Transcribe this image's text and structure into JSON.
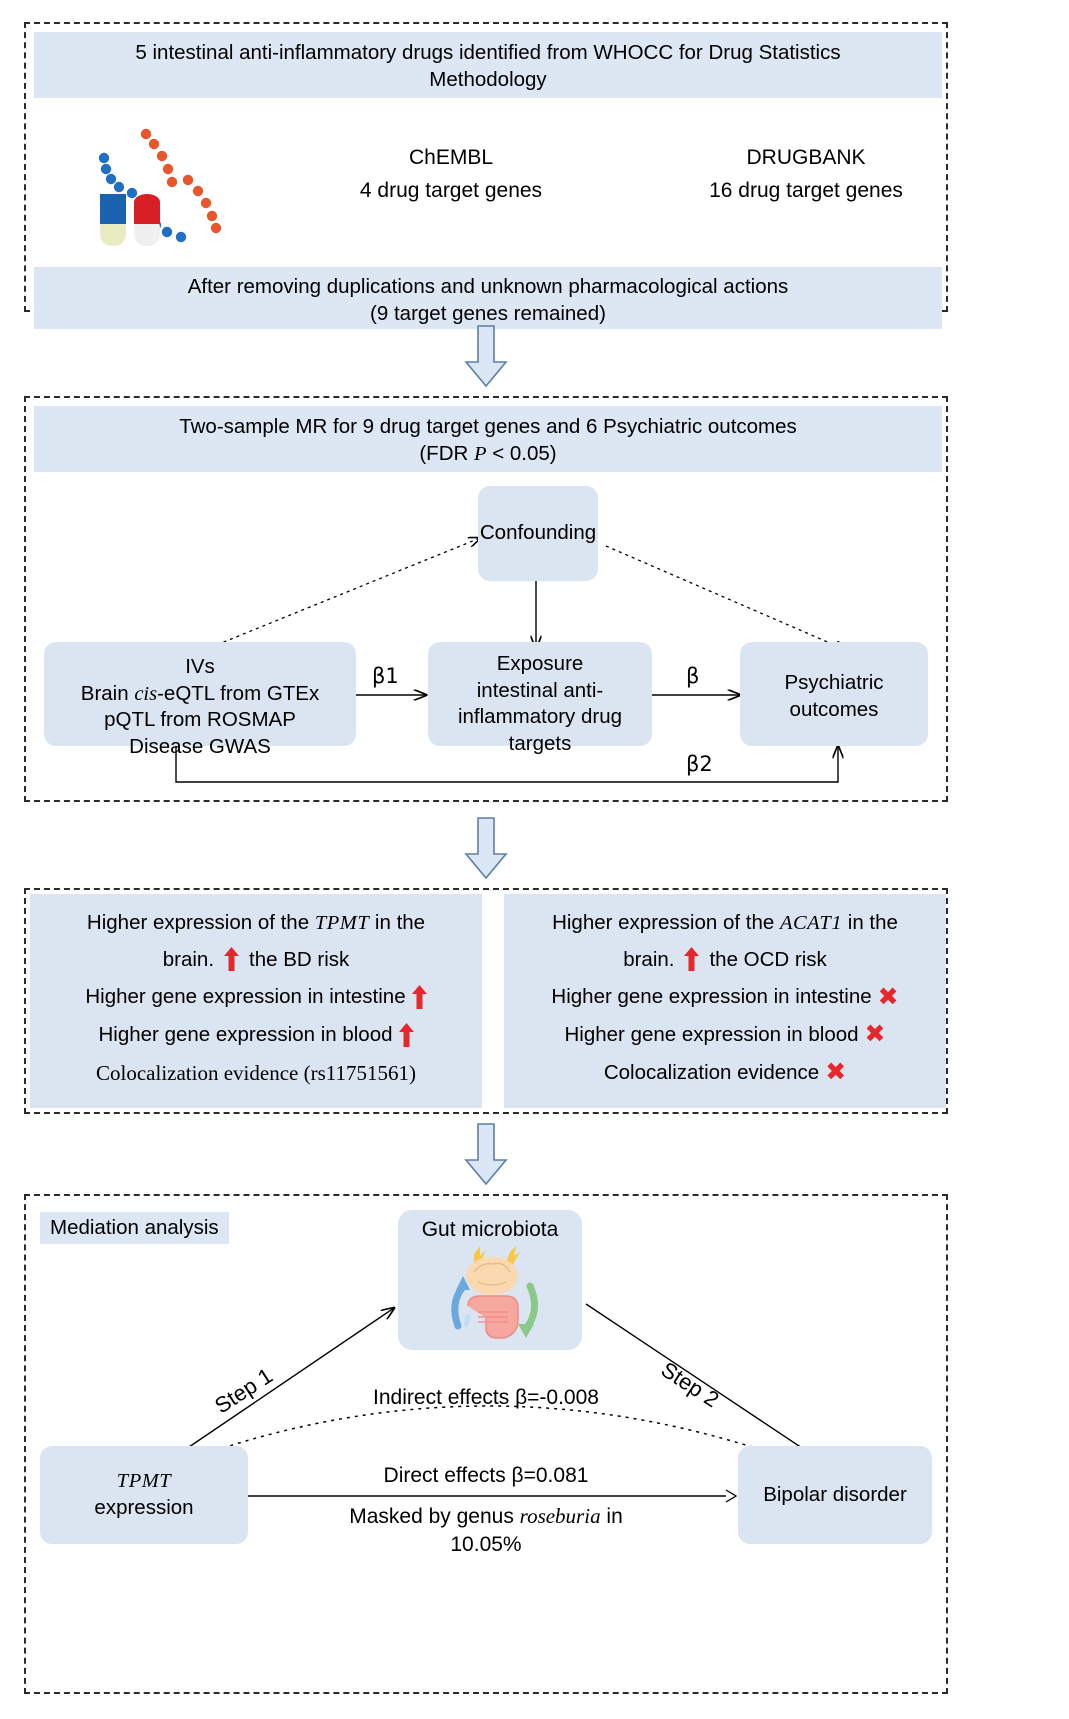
{
  "figure": {
    "type": "study-design-flowchart",
    "colors": {
      "box_fill": "#dbe5f1",
      "band_fill": "#dce7f3",
      "panel_border": "#2b2b2b",
      "arrow_fill": "#dbe7f4",
      "arrow_stroke": "#5a7fa8",
      "red_accent": "#e8272c",
      "pill_blue": "#1b63b0",
      "pill_red": "#d81f26"
    }
  },
  "panel1": {
    "header": "5 intestinal anti-inflammatory drugs identified from WHOCC for Drug Statistics Methodology",
    "icon_name": "dna-helix-pills-icon",
    "databases": [
      {
        "name": "ChEMBL",
        "detail": "4 drug target genes"
      },
      {
        "name": "DRUGBANK",
        "detail": "16 drug target genes"
      }
    ],
    "footer_line1": "After removing duplications and unknown pharmacological actions",
    "footer_line2": "(9 target genes remained)"
  },
  "panel2": {
    "header_line1": "Two-sample MR for 9 drug target genes and 6 Psychiatric outcomes",
    "header_line2_prefix": "(FDR ",
    "header_line2_italic": "P",
    "header_line2_suffix": " < 0.05)",
    "confounding": "Confounding",
    "ivs": {
      "title": "IVs",
      "line2_a": "Brain ",
      "line2_italic": "cis",
      "line2_b": "-eQTL from GTEx",
      "line3": "pQTL from ROSMAP",
      "line4": "Disease GWAS"
    },
    "exposure": {
      "line1": "Exposure",
      "line2": "intestinal anti-",
      "line3": "inflammatory drug",
      "line4": "targets"
    },
    "outcome": {
      "line1": "Psychiatric",
      "line2": "outcomes"
    },
    "beta1": "β1",
    "beta": "β",
    "beta2": "β2"
  },
  "panel3": {
    "left": {
      "line1_a": "Higher expression of the ",
      "line1_gene": "TPMT",
      "line1_b": " in the",
      "line2_a": "brain.",
      "line2_b": "the BD risk",
      "line2_mark": "up-arrow",
      "line3": "Higher gene expression in intestine",
      "line3_mark": "up-arrow",
      "line4": "Higher gene expression in blood",
      "line4_mark": "up-arrow",
      "line5": "Colocalization evidence (rs11751561)"
    },
    "right": {
      "line1_a": "Higher expression of the ",
      "line1_gene": "ACAT1",
      "line1_b": " in the",
      "line2_a": "brain.",
      "line2_b": "the OCD risk",
      "line2_mark": "up-arrow",
      "line3": "Higher gene expression in intestine",
      "line3_mark": "cross",
      "line4": "Higher gene expression in blood",
      "line4_mark": "cross",
      "line5": "Colocalization evidence",
      "line5_mark": "cross"
    }
  },
  "panel4": {
    "tag": "Mediation analysis",
    "mediator": "Gut microbiota",
    "mediator_icon": "brain-gut-axis-icon",
    "step1": "Step 1",
    "step2": "Step 2",
    "indirect": "Indirect effects β=-0.008",
    "direct": "Direct effects β=0.081",
    "masked_a": "Masked by genus ",
    "masked_italic": "roseburia",
    "masked_b": " in",
    "masked_pct": "10.05%",
    "exposure_line1": "TPMT",
    "exposure_line2": "expression",
    "outcome": "Bipolar disorder"
  },
  "chart_data": {
    "type": "diagram",
    "title": "Study design flowchart: MR of intestinal anti-inflammatory drug targets on psychiatric outcomes",
    "nodes": [
      "5 intestinal anti-inflammatory drugs (WHOCC)",
      "ChEMBL 4 drug target genes",
      "DRUGBANK 16 drug target genes",
      "9 target genes remained",
      "Two-sample MR (FDR P < 0.05)",
      "IVs: Brain cis-eQTL GTEx, pQTL ROSMAP, Disease GWAS",
      "Exposure: intestinal anti-inflammatory drug targets",
      "Psychiatric outcomes",
      "Confounding",
      "TPMT result panel",
      "ACAT1 result panel",
      "Gut microbiota",
      "TPMT expression",
      "Bipolar disorder"
    ],
    "values": {
      "drugs": 5,
      "chembl_genes": 4,
      "drugbank_genes": 16,
      "remaining_genes": 9,
      "psychiatric_outcomes": 6,
      "fdr_threshold": 0.05,
      "indirect_beta": -0.008,
      "direct_beta": 0.081,
      "mediation_percent": 10.05,
      "snp": "rs11751561"
    }
  }
}
